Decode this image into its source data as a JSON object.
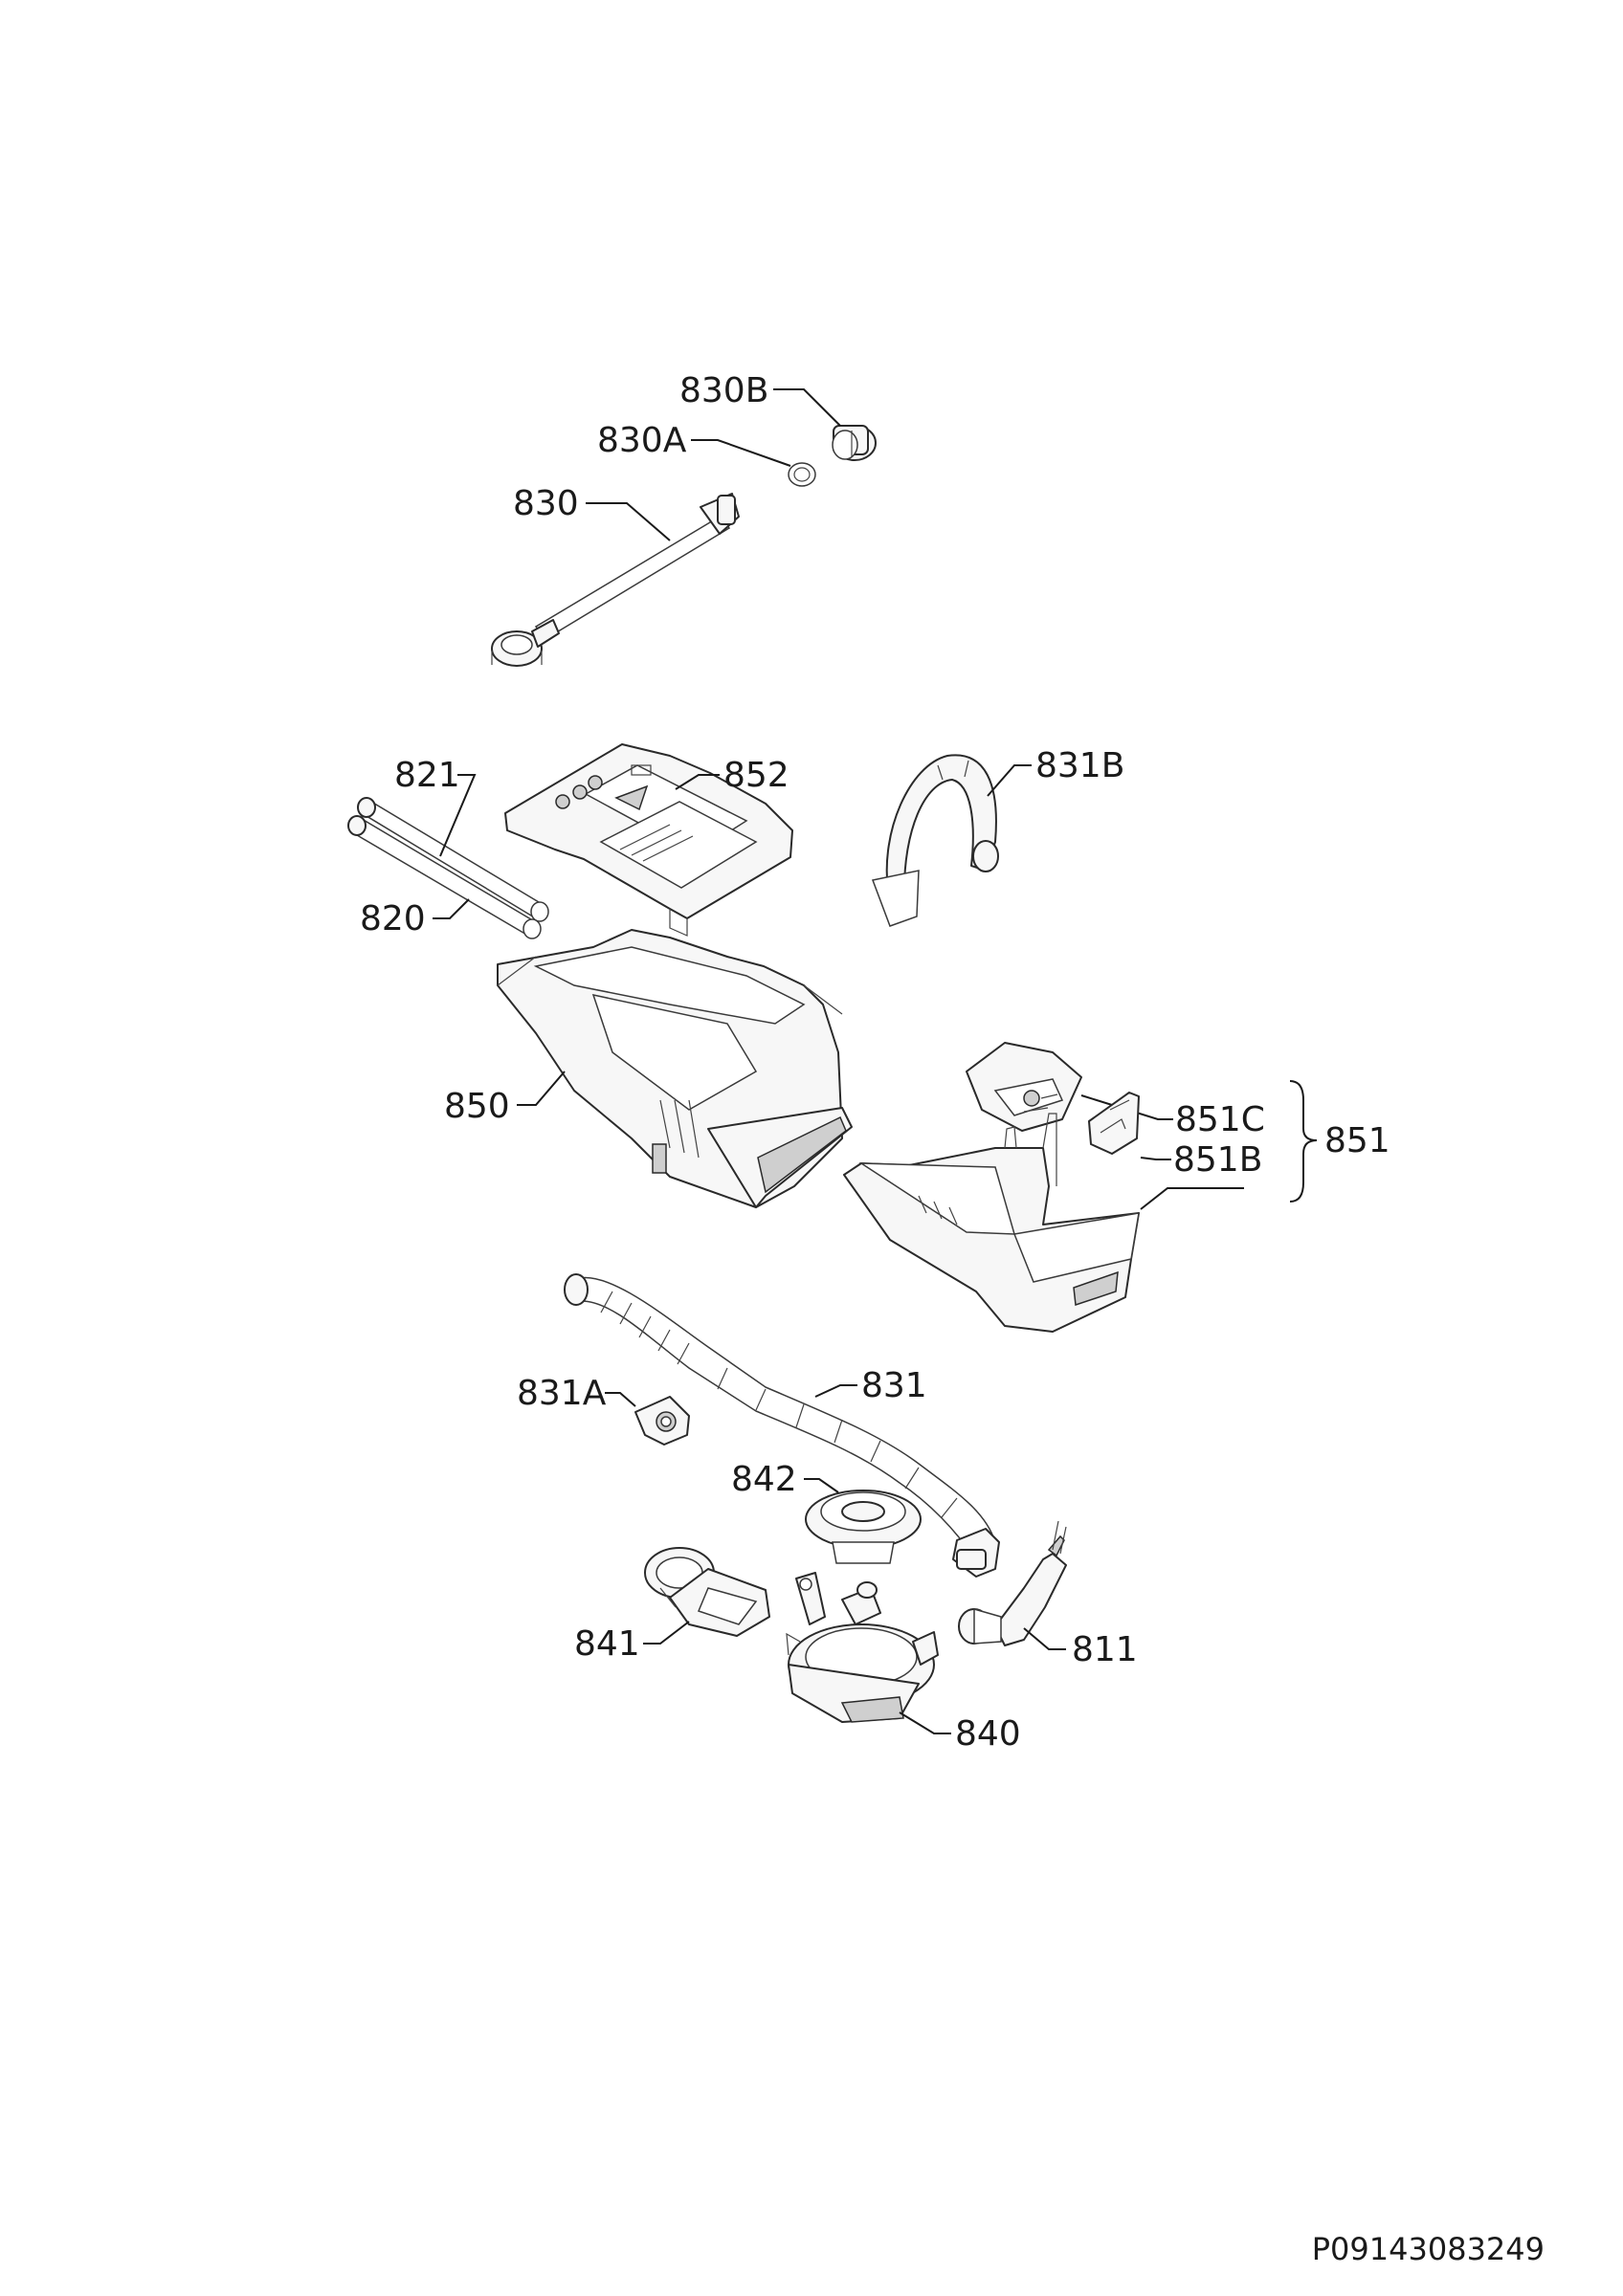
{
  "labels": {
    "p830B": "830B",
    "p830A": "830A",
    "p830": "830",
    "p821": "821",
    "p852": "852",
    "p831B": "831B",
    "p820": "820",
    "p850": "850",
    "p851C": "851C",
    "p851": "851",
    "p851B": "851B",
    "p831A": "831A",
    "p831": "831",
    "p842": "842",
    "p841": "841",
    "p811": "811",
    "p840": "840"
  },
  "document_code": "P09143083249",
  "colors": {
    "line": "#1a1a1a",
    "fill": "#f7f7f7",
    "background": "#ffffff"
  }
}
